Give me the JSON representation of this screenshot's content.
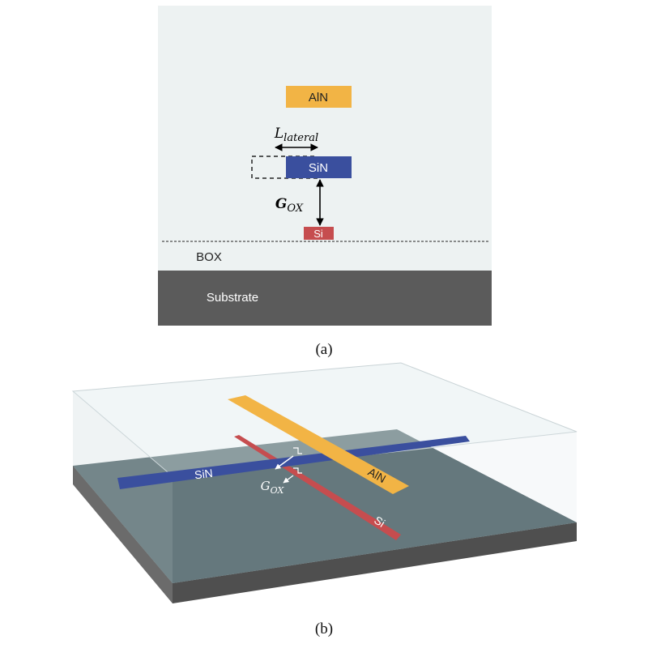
{
  "panel_a": {
    "materials": {
      "top": "AlN",
      "middle": "SiN",
      "bottom": "Si"
    },
    "regions": {
      "cladding": "BOX",
      "substrate": "Substrate"
    },
    "dimensions": {
      "lateral_main": "L",
      "lateral_sub": "lateral",
      "gap_main": "G",
      "gap_sub": "OX"
    },
    "caption": "(a)"
  },
  "panel_b": {
    "labels": {
      "sin": "SiN",
      "aln": "AlN",
      "si": "Si"
    },
    "gap_main": "G",
    "gap_sub": "OX",
    "caption": "(b)"
  },
  "colors": {
    "aln": "#F2B445",
    "sin": "#3A4F9E",
    "si": "#C64D4F",
    "box": "#EDF2F2",
    "substrate": "#5B5B5B",
    "substrate_top_b": "#1F3A3F"
  }
}
